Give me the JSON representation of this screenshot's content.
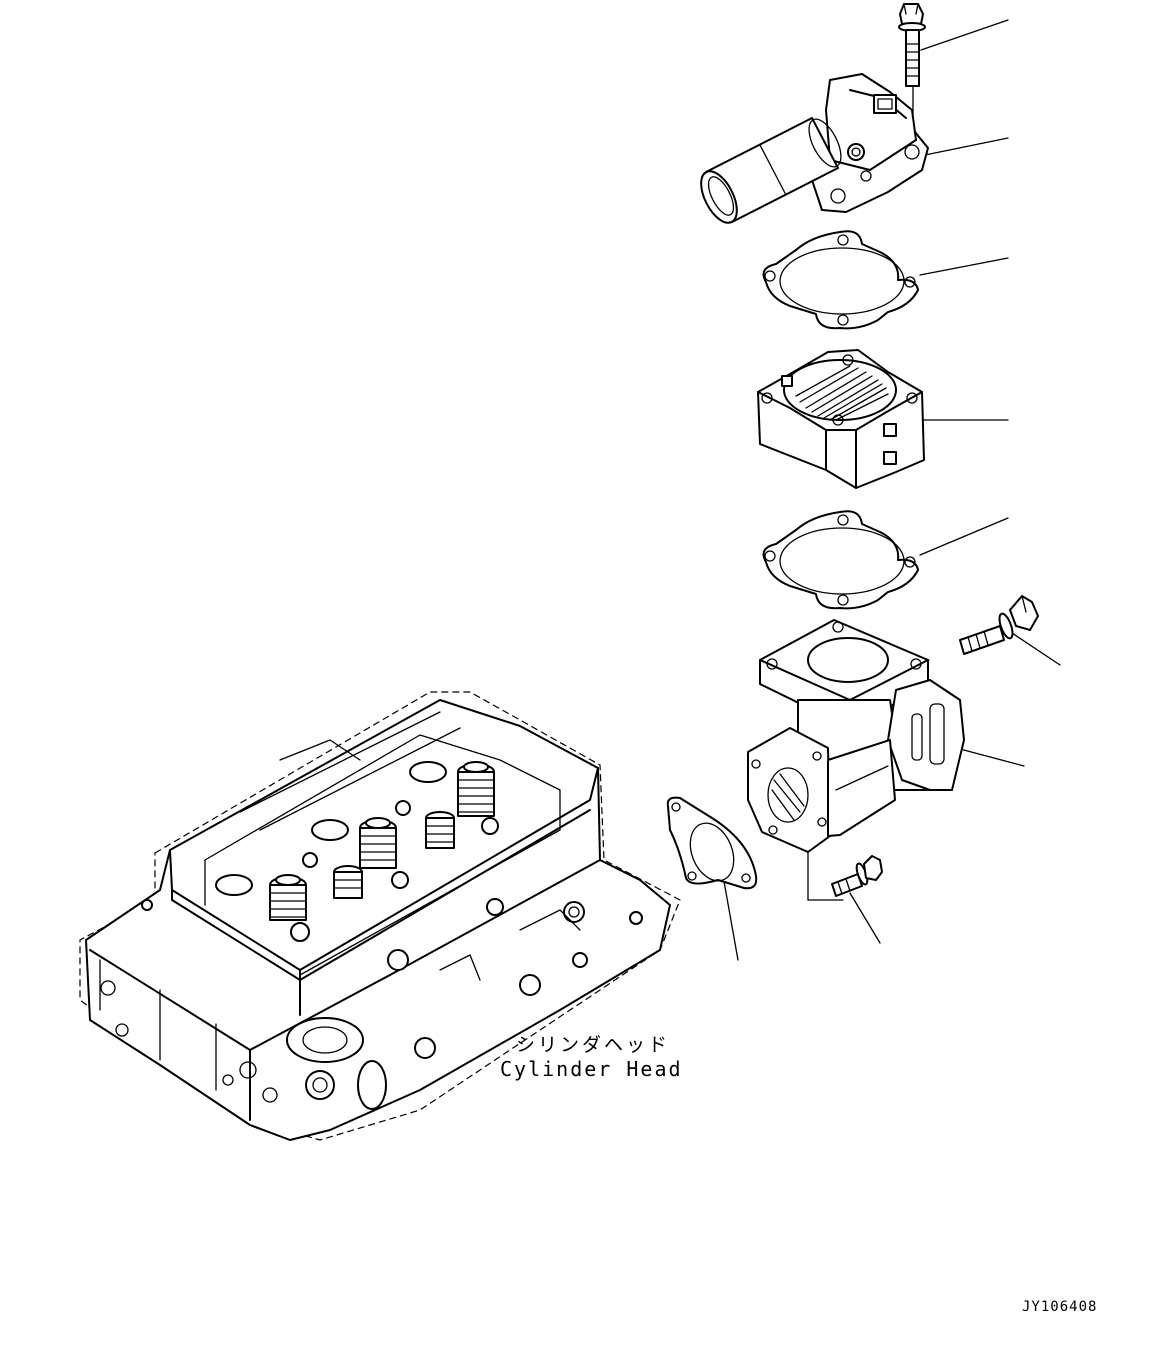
{
  "labels": {
    "japanese": "シリンダヘッド",
    "english": "Cylinder Head"
  },
  "drawing_code": "JY106408",
  "parts": [
    {
      "name": "flange-bolt-top"
    },
    {
      "name": "water-outlet-connection"
    },
    {
      "name": "upper-gasket"
    },
    {
      "name": "thermostat-housing"
    },
    {
      "name": "lower-gasket"
    },
    {
      "name": "long-bolt"
    },
    {
      "name": "intake-connector-body"
    },
    {
      "name": "flange-gasket"
    },
    {
      "name": "short-bolt"
    }
  ]
}
